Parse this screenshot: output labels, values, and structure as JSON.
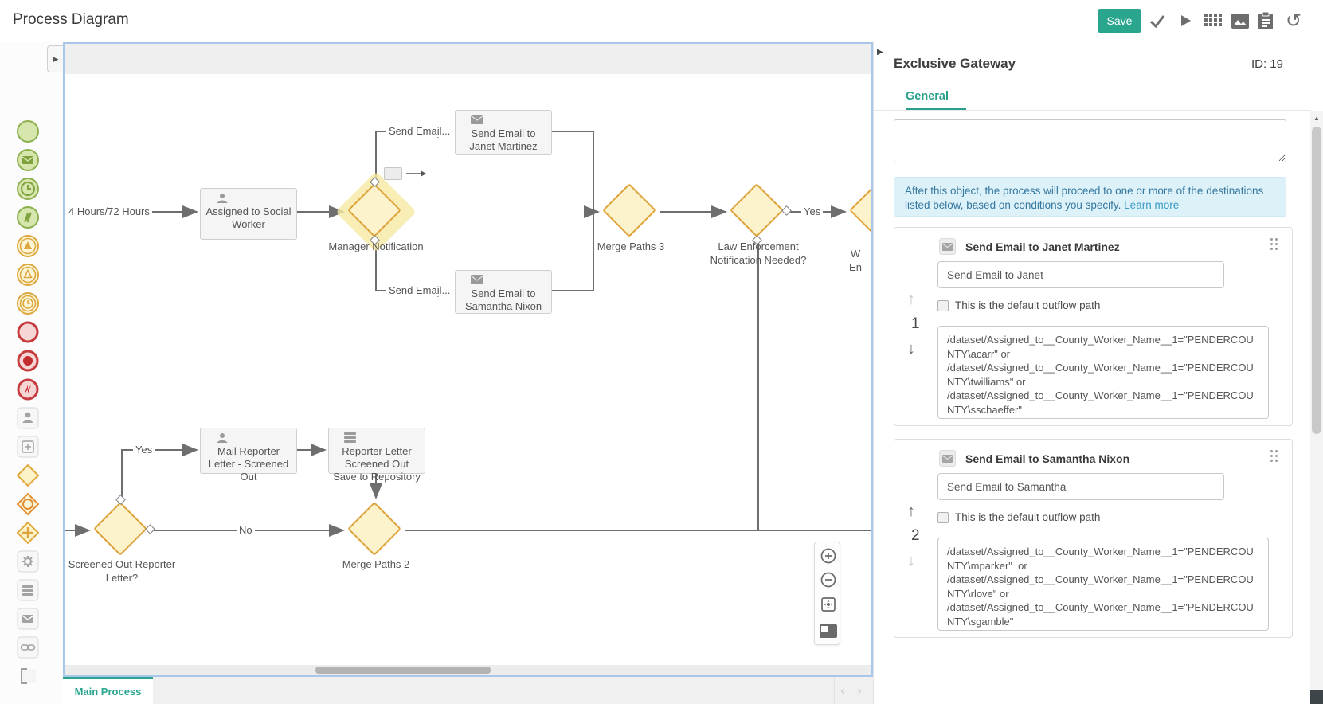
{
  "toolbar": {
    "title": "Process Diagram",
    "save": "Save",
    "icons": [
      "check",
      "run",
      "grid",
      "snapshot",
      "clipboard",
      "undo"
    ]
  },
  "palette": {
    "items": [
      "start-event",
      "message-start-event",
      "timer-start-event",
      "conditional-start-event",
      "escalation-intermediate-event",
      "signal-intermediate-event",
      "timer-intermediate-event",
      "end-event",
      "terminate-end-event",
      "error-end-event",
      "user-task",
      "subprocess",
      "exclusive-gateway",
      "inclusive-gateway",
      "parallel-gateway",
      "service-task",
      "repository-task",
      "email-task",
      "link-event",
      "annotation"
    ]
  },
  "canvas": {
    "tab": "Main Process",
    "edge_labels": {
      "hours": "4 Hours/72 Hours",
      "send_janet": "Send Email...",
      "send_samantha": "Send Email...",
      "yes_le": "Yes",
      "yes_screened": "Yes",
      "no_screened": "No"
    },
    "nodes": {
      "assigned": "Assigned to Social Worker",
      "janet": "Send Email to Janet Martinez",
      "samantha": "Send Email to Samantha Nixon",
      "mail": "Mail Reporter Letter - Screened Out",
      "repository": "Reporter Letter Screened Out Save to Repository"
    },
    "gateways": {
      "manager": "Manager Notification",
      "merge3": "Merge Paths 3",
      "law": "Law Enforcement Notification Needed?",
      "screened": "Screened Out Reporter Letter?",
      "merge2": "Merge Paths 2"
    },
    "clipped_label": {
      "line1": "W",
      "line2": "En"
    }
  },
  "panel": {
    "title": "Exclusive Gateway",
    "id_label": "ID: 19",
    "tab": "General",
    "description_value": "",
    "info": {
      "text": "After this object, the process will proceed to one or more of the destinations listed below, based on conditions you specify. ",
      "link": "Learn more"
    },
    "cards": [
      {
        "title": "Send Email to Janet Martinez",
        "name_value": "Send Email to Janet",
        "default_label": "This is the default outflow path",
        "order": "1",
        "condition": "/dataset/Assigned_to__County_Worker_Name__1=\"PENDERCOUNTY\\acarr\" or\n/dataset/Assigned_to__County_Worker_Name__1=\"PENDERCOUNTY\\twilliams\" or\n/dataset/Assigned_to__County_Worker_Name__1=\"PENDERCOUNTY\\sschaeffer\""
      },
      {
        "title": "Send Email to Samantha Nixon",
        "name_value": "Send Email to Samantha",
        "default_label": "This is the default outflow path",
        "order": "2",
        "condition": "/dataset/Assigned_to__County_Worker_Name__1=\"PENDERCOUNTY\\mparker\"  or\n/dataset/Assigned_to__County_Worker_Name__1=\"PENDERCOUNTY\\rlove\" or\n/dataset/Assigned_to__County_Worker_Name__1=\"PENDERCOUNTY\\sgamble\""
      }
    ]
  },
  "colors": {
    "accent": "#2aa58e",
    "gateway_fill": "#fcf3cc",
    "gateway_border": "#dfa33c",
    "info_bg": "#ddf1f9",
    "edge": "#6e6e6e"
  }
}
